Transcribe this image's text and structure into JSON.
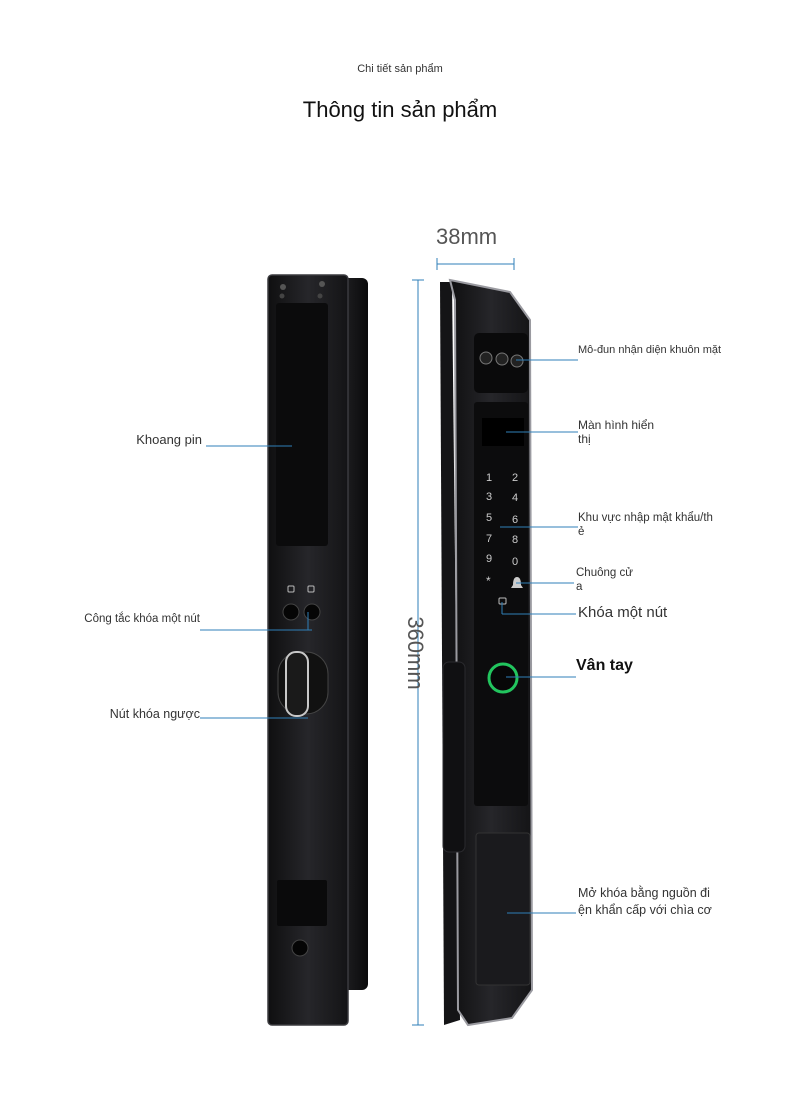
{
  "header": {
    "subtitle": "Chi tiết sản phẩm",
    "title": "Thông tin sản phẩm"
  },
  "dimensions": {
    "width_label": "38mm",
    "height_label": "360mm"
  },
  "left_labels": {
    "battery": "Khoang pin",
    "one_touch_switch": "Công tắc khóa một nút",
    "reverse_lock": "Nút khóa ngược"
  },
  "right_labels": {
    "face_module": "Mô-đun nhận diện khuôn mặt",
    "display_line1": "Màn hình hiển",
    "display_line2": "thị",
    "password_line1": "Khu vực nhập mật khẩu/th",
    "password_line2": "ẻ",
    "doorbell_line1": "Chuông cử",
    "doorbell_line2": "a",
    "one_touch_lock": "Khóa một nút",
    "fingerprint": "Vân tay",
    "emergency_line1": "Mở khóa bằng nguồn đi",
    "emergency_line2": "ện khẩn cấp với chìa cơ"
  },
  "keypad": {
    "keys": [
      "1",
      "2",
      "3",
      "4",
      "5",
      "6",
      "7",
      "8",
      "9",
      "0",
      "*"
    ]
  },
  "colors": {
    "leader_line": "#2f7fb8",
    "lock_body": "#1c1c1e",
    "fingerprint_ring": "#22c55e"
  }
}
